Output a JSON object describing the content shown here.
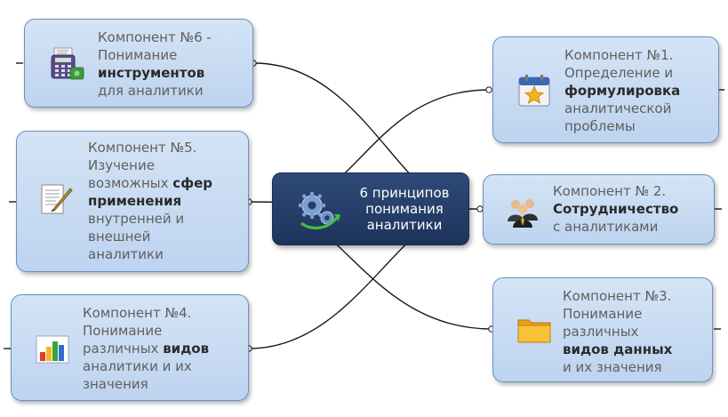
{
  "center": {
    "lines": [
      "6 принципов",
      "понимания",
      "аналитики"
    ]
  },
  "components": {
    "c6": {
      "icon": "calculator-cash-icon",
      "lines": [
        [
          {
            "t": "Компонент №6 -"
          }
        ],
        [
          {
            "t": "Понимание"
          }
        ],
        [
          {
            "t": "инструментов",
            "b": true
          }
        ],
        [
          {
            "t": "для аналитики"
          }
        ]
      ]
    },
    "c5": {
      "icon": "document-pen-icon",
      "lines": [
        [
          {
            "t": "Компонент №5."
          }
        ],
        [
          {
            "t": "Изучение"
          }
        ],
        [
          {
            "t": "возможных "
          },
          {
            "t": "сфер",
            "b": true
          }
        ],
        [
          {
            "t": "применения",
            "b": true
          }
        ],
        [
          {
            "t": "внутренней и"
          }
        ],
        [
          {
            "t": "внешней"
          }
        ],
        [
          {
            "t": "аналитики"
          }
        ]
      ]
    },
    "c4": {
      "icon": "bar-chart-icon",
      "lines": [
        [
          {
            "t": "Компонент №4."
          }
        ],
        [
          {
            "t": "Понимание"
          }
        ],
        [
          {
            "t": "различных "
          },
          {
            "t": "видов",
            "b": true
          }
        ],
        [
          {
            "t": "аналитики и их"
          }
        ],
        [
          {
            "t": "значения"
          }
        ]
      ]
    },
    "c1": {
      "icon": "calendar-star-icon",
      "lines": [
        [
          {
            "t": "Компонент №1."
          }
        ],
        [
          {
            "t": "Определение и"
          }
        ],
        [
          {
            "t": "формулировка",
            "b": true
          }
        ],
        [
          {
            "t": "аналитической"
          }
        ],
        [
          {
            "t": "проблемы"
          }
        ]
      ]
    },
    "c2": {
      "icon": "people-group-icon",
      "lines": [
        [
          {
            "t": "Компонент № 2."
          }
        ],
        [
          {
            "t": "Сотрудничество",
            "b": true
          }
        ],
        [
          {
            "t": "с аналитиками"
          }
        ]
      ]
    },
    "c3": {
      "icon": "folder-icon",
      "lines": [
        [
          {
            "t": "Компонент №3."
          }
        ],
        [
          {
            "t": "Понимание"
          }
        ],
        [
          {
            "t": "различных"
          }
        ],
        [
          {
            "t": "видов данных",
            "b": true
          }
        ],
        [
          {
            "t": "и их значения"
          }
        ]
      ]
    }
  },
  "colors": {
    "node_border": "#6a8fc0",
    "node_fill": "#c6daf2",
    "center_fill": "#233b66",
    "connector": "#1a1a1a"
  }
}
